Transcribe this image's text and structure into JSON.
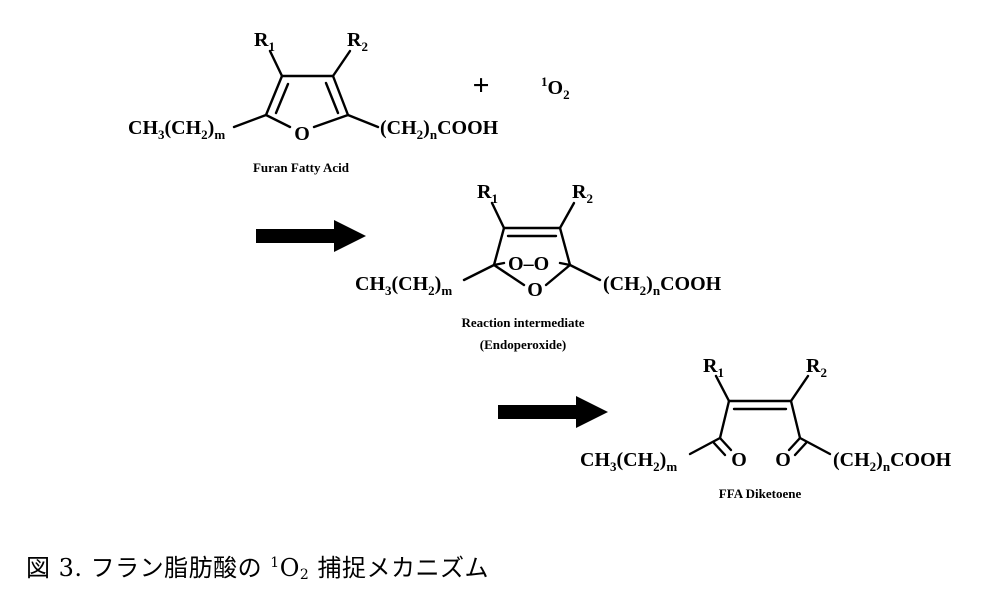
{
  "reactant": {
    "r1": "R",
    "r1_sub": "1",
    "r2": "R",
    "r2_sub": "2",
    "ring_oxygen": "O",
    "left_chain": {
      "a": "CH",
      "a_sub": "3",
      "b": "(CH",
      "b_sub": "2",
      "c": ")",
      "c_sub": "m"
    },
    "right_chain": {
      "a": "(CH",
      "a_sub": "2",
      "b": ")",
      "b_sub": "n",
      "c": "COOH"
    },
    "caption": "Furan Fatty Acid"
  },
  "plus_sign": "+",
  "singlet_oxygen": {
    "sup": "1",
    "main": "O",
    "sub": "2"
  },
  "intermediate": {
    "r1": "R",
    "r1_sub": "1",
    "r2": "R",
    "r2_sub": "2",
    "peroxide_left_o": "O",
    "peroxide_bond": "–",
    "peroxide_right_o": "O",
    "ring_oxygen": "O",
    "left_chain": {
      "a": "CH",
      "a_sub": "3",
      "b": "(CH",
      "b_sub": "2",
      "c": ")",
      "c_sub": "m"
    },
    "right_chain": {
      "a": "(CH",
      "a_sub": "2",
      "b": ")",
      "b_sub": "n",
      "c": "COOH"
    },
    "caption_line1": "Reaction intermediate",
    "caption_line2": "(Endoperoxide)"
  },
  "product": {
    "r1": "R",
    "r1_sub": "1",
    "r2": "R",
    "r2_sub": "2",
    "left_carbonyl_o": "O",
    "right_carbonyl_o": "O",
    "left_chain": {
      "a": "CH",
      "a_sub": "3",
      "b": "(CH",
      "b_sub": "2",
      "c": ")",
      "c_sub": "m"
    },
    "right_chain": {
      "a": "(CH",
      "a_sub": "2",
      "b": ")",
      "b_sub": "n",
      "c": "COOH"
    },
    "caption": "FFA Diketoene"
  },
  "figure_caption": {
    "before": "図 3. フラン脂肪酸の ",
    "sup": "1",
    "main": "O",
    "sub": "2",
    "after": " 捕捉メカニズム"
  }
}
